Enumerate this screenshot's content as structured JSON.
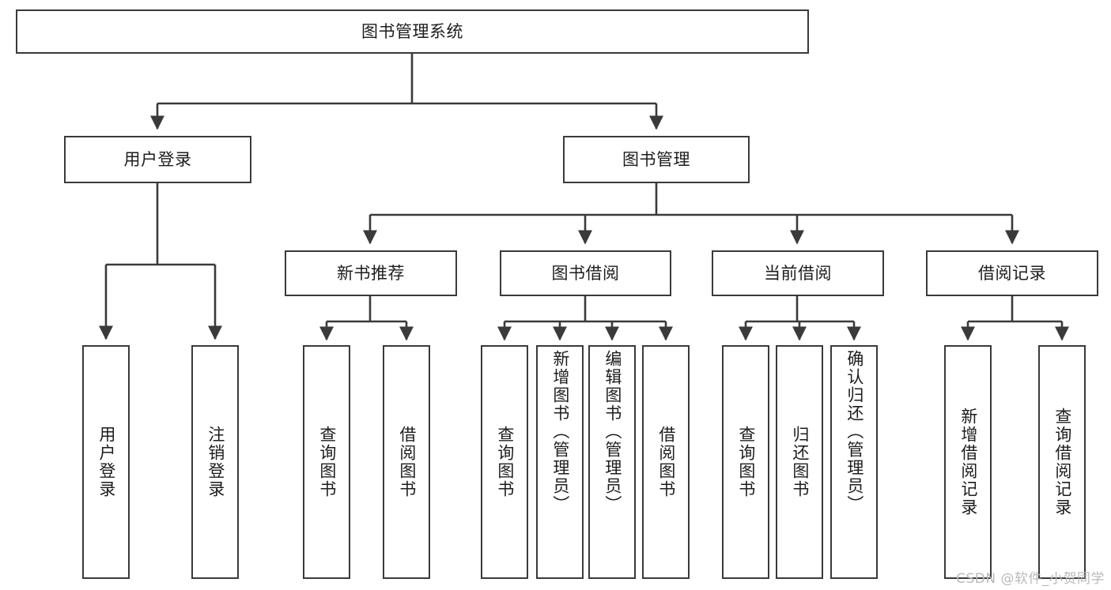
{
  "diagram": {
    "title": "图书管理系统",
    "type": "hierarchy-tree",
    "levels": 4,
    "nodes": [
      {
        "id": "root",
        "label": "图书管理系统",
        "level": 1,
        "orientation": "horizontal"
      },
      {
        "id": "user-login",
        "label": "用户登录",
        "level": 2,
        "orientation": "horizontal"
      },
      {
        "id": "book-manage",
        "label": "图书管理",
        "level": 2,
        "orientation": "horizontal"
      },
      {
        "id": "new-book-rec",
        "label": "新书推荐",
        "level": 3,
        "orientation": "horizontal"
      },
      {
        "id": "book-borrow",
        "label": "图书借阅",
        "level": 3,
        "orientation": "horizontal"
      },
      {
        "id": "current-borrow",
        "label": "当前借阅",
        "level": 3,
        "orientation": "horizontal"
      },
      {
        "id": "borrow-record",
        "label": "借阅记录",
        "level": 3,
        "orientation": "horizontal"
      },
      {
        "id": "leaf-user-login",
        "label": "用户登录",
        "level": 4,
        "orientation": "vertical"
      },
      {
        "id": "leaf-logout",
        "label": "注销登录",
        "level": 4,
        "orientation": "vertical"
      },
      {
        "id": "leaf-query-book-1",
        "label": "查询图书",
        "level": 4,
        "orientation": "vertical"
      },
      {
        "id": "leaf-borrow-book-1",
        "label": "借阅图书",
        "level": 4,
        "orientation": "vertical"
      },
      {
        "id": "leaf-query-book-2",
        "label": "查询图书",
        "level": 4,
        "orientation": "vertical"
      },
      {
        "id": "leaf-add-book",
        "label": "新增图书（管理员）",
        "level": 4,
        "orientation": "vertical"
      },
      {
        "id": "leaf-edit-book",
        "label": "编辑图书（管理员）",
        "level": 4,
        "orientation": "vertical"
      },
      {
        "id": "leaf-borrow-book-2",
        "label": "借阅图书",
        "level": 4,
        "orientation": "vertical"
      },
      {
        "id": "leaf-query-book-3",
        "label": "查询图书",
        "level": 4,
        "orientation": "vertical"
      },
      {
        "id": "leaf-return-book",
        "label": "归还图书",
        "level": 4,
        "orientation": "vertical"
      },
      {
        "id": "leaf-confirm-return",
        "label": "确认归还（管理员）",
        "level": 4,
        "orientation": "vertical"
      },
      {
        "id": "leaf-add-record",
        "label": "新增借阅记录",
        "level": 4,
        "orientation": "vertical"
      },
      {
        "id": "leaf-query-record",
        "label": "查询借阅记录",
        "level": 4,
        "orientation": "vertical"
      }
    ],
    "edges": [
      {
        "from": "root",
        "to": "user-login"
      },
      {
        "from": "root",
        "to": "book-manage"
      },
      {
        "from": "user-login",
        "to": "leaf-user-login"
      },
      {
        "from": "user-login",
        "to": "leaf-logout"
      },
      {
        "from": "book-manage",
        "to": "new-book-rec"
      },
      {
        "from": "book-manage",
        "to": "book-borrow"
      },
      {
        "from": "book-manage",
        "to": "current-borrow"
      },
      {
        "from": "book-manage",
        "to": "borrow-record"
      },
      {
        "from": "new-book-rec",
        "to": "leaf-query-book-1"
      },
      {
        "from": "new-book-rec",
        "to": "leaf-borrow-book-1"
      },
      {
        "from": "book-borrow",
        "to": "leaf-query-book-2"
      },
      {
        "from": "book-borrow",
        "to": "leaf-add-book"
      },
      {
        "from": "book-borrow",
        "to": "leaf-edit-book"
      },
      {
        "from": "book-borrow",
        "to": "leaf-borrow-book-2"
      },
      {
        "from": "current-borrow",
        "to": "leaf-query-book-3"
      },
      {
        "from": "current-borrow",
        "to": "leaf-return-book"
      },
      {
        "from": "current-borrow",
        "to": "leaf-confirm-return"
      },
      {
        "from": "borrow-record",
        "to": "leaf-add-record"
      },
      {
        "from": "borrow-record",
        "to": "leaf-query-record"
      }
    ],
    "colors": {
      "stroke": "#3a3a3a",
      "fill": "#ffffff",
      "text": "#1d1d1d",
      "watermark": "#b9b9b9"
    }
  },
  "watermark": {
    "text": "CSDN @软件_小贺同学"
  }
}
